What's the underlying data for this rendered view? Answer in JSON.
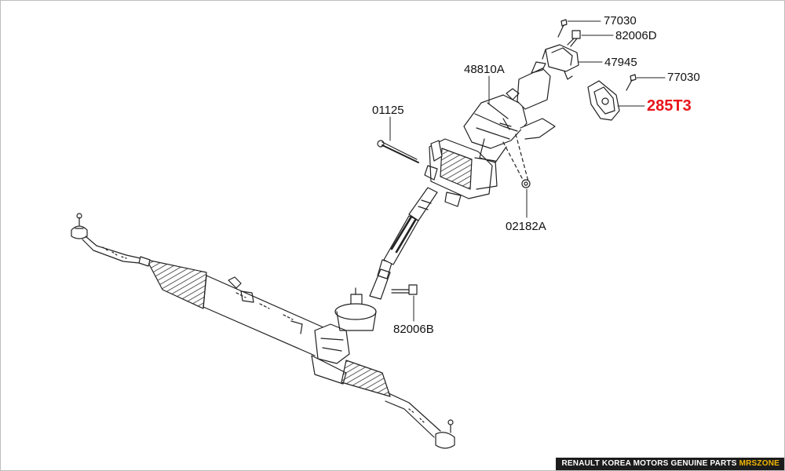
{
  "parts": [
    {
      "id": "p1",
      "label": "77030",
      "highlight": false
    },
    {
      "id": "p2",
      "label": "82006D",
      "highlight": false
    },
    {
      "id": "p3",
      "label": "47945",
      "highlight": false
    },
    {
      "id": "p4",
      "label": "48810A",
      "highlight": false
    },
    {
      "id": "p5",
      "label": "77030",
      "highlight": false
    },
    {
      "id": "p6",
      "label": "285T3",
      "highlight": true
    },
    {
      "id": "p7",
      "label": "01125",
      "highlight": false
    },
    {
      "id": "p8",
      "label": "02182A",
      "highlight": false
    },
    {
      "id": "p9",
      "label": "82006B",
      "highlight": false
    }
  ],
  "footer": {
    "text": "RENAULT KOREA MOTORS GENUINE PARTS",
    "brand": "MRSZONE"
  },
  "colors": {
    "highlight": "#e8141b",
    "line": "#222222",
    "footer_bg": "#1c1c1c",
    "footer_brand": "#f2b705"
  }
}
